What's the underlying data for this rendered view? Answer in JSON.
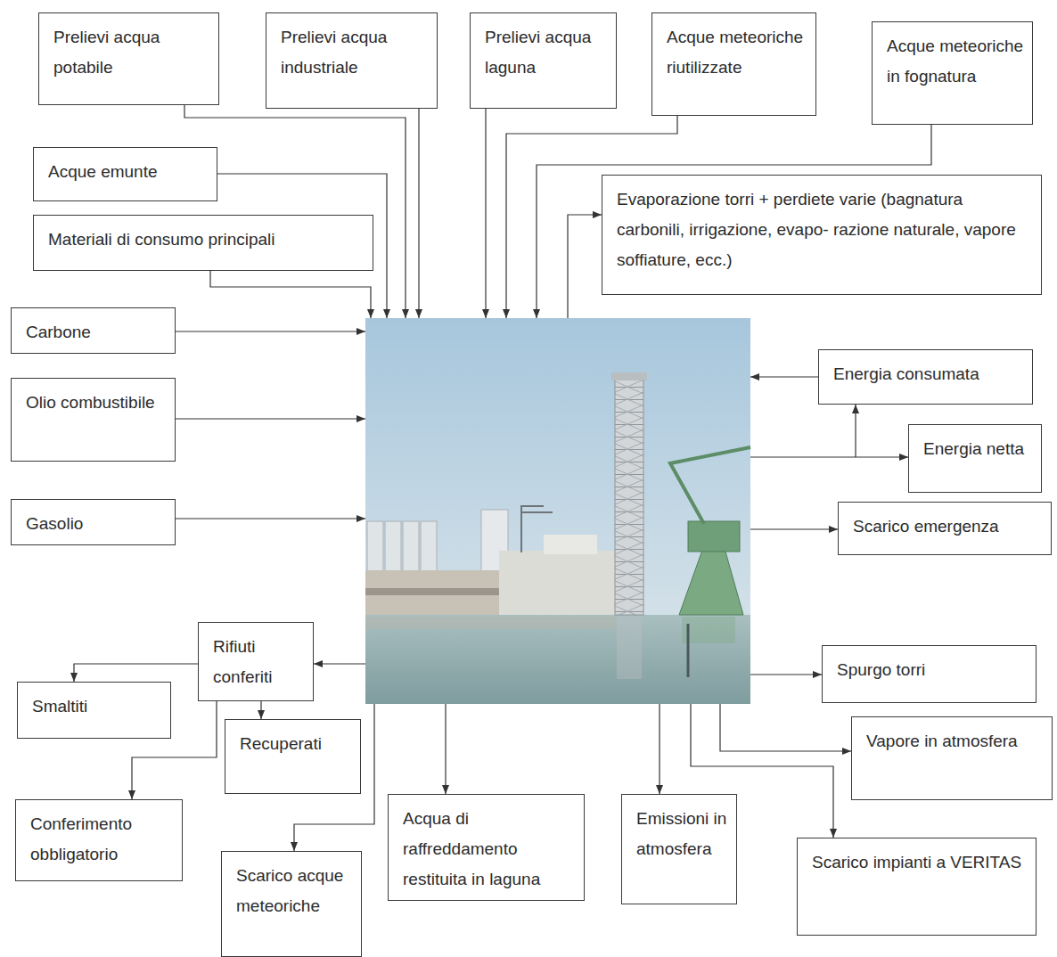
{
  "diagram": {
    "nodes": [
      {
        "text": [
          "Prelievi acqua potabile"
        ]
      },
      {
        "text": [
          "Prelievi acqua industriale"
        ]
      },
      {
        "text": [
          "Prelievi acqua laguna"
        ]
      },
      {
        "text": [
          "Acque meteoriche riutilizzate"
        ]
      },
      {
        "text": [
          "Acque meteoriche in fognatura"
        ]
      },
      {
        "text": [
          "Acque emunte"
        ]
      },
      {
        "text": [
          "Evaporazione torri + perdiete varie (bagnatura carbonili, irrigazione, evapo- razione naturale, vapore soffiature, ecc.)"
        ]
      },
      {
        "text": [
          "Materiali di consumo principali"
        ]
      },
      {
        "text": [
          "Carbone"
        ]
      },
      {
        "text": [
          "Energia consumata"
        ]
      },
      {
        "text": [
          "Olio combustibile"
        ]
      },
      {
        "text": [
          "Energia netta"
        ]
      },
      {
        "text": [
          "Gasolio"
        ]
      },
      {
        "text": [
          "Scarico emergenza"
        ]
      },
      {
        "text": [
          "Rifiuti conferiti"
        ]
      },
      {
        "text": [
          "Spurgo torri"
        ]
      },
      {
        "text": [
          "Smaltiti"
        ]
      },
      {
        "text": [
          "Vapore in atmosfera"
        ]
      },
      {
        "text": [
          "Recuperati"
        ]
      },
      {
        "text": [
          "Acqua di raffreddamento restituita in laguna"
        ]
      },
      {
        "text": [
          "Emissioni in atmosfera"
        ]
      },
      {
        "text": [
          "Conferimento obbligatorio"
        ]
      },
      {
        "text": [
          "Scarico impianti a VERITAS"
        ]
      },
      {
        "text": [
          "Scarico acque meteoriche"
        ]
      }
    ],
    "edges": [
      {
        "from": 14,
        "to": 16,
        "arrow": "to"
      },
      {
        "from": 14,
        "to": 18,
        "arrow": "to"
      },
      {
        "from": 14,
        "to": 21,
        "arrow": "to"
      }
    ]
  }
}
